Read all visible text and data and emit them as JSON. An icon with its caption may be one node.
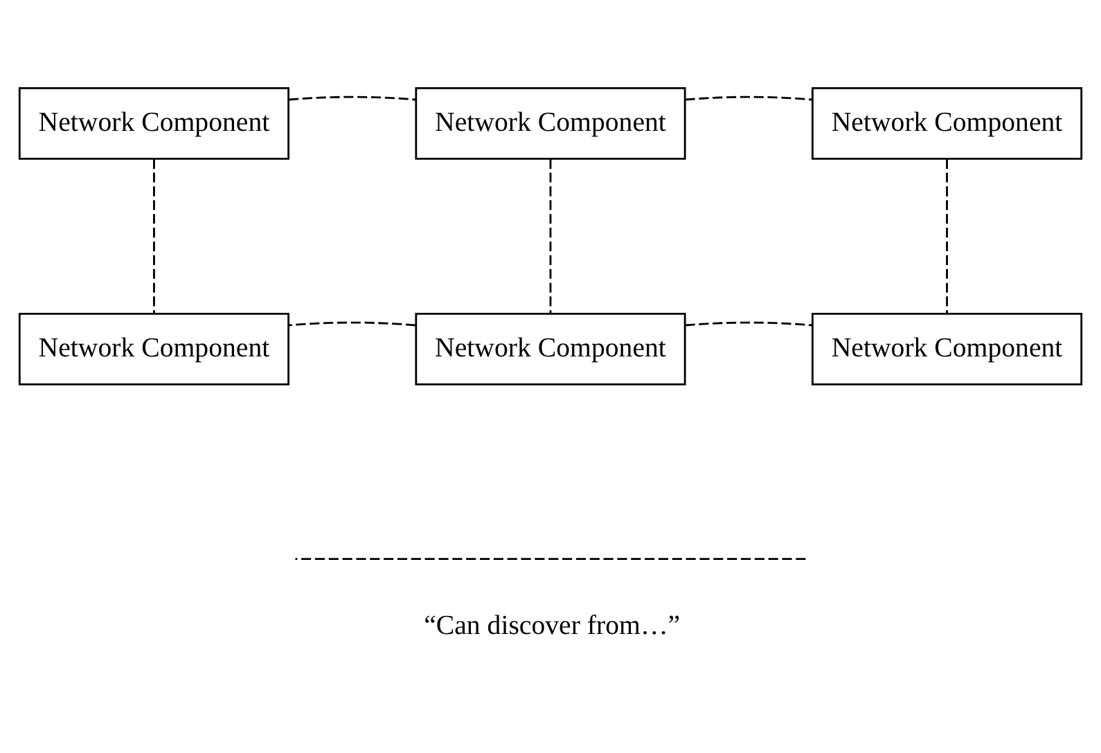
{
  "diagram": {
    "nodes": [
      {
        "text": [
          "Network Component"
        ]
      },
      {
        "text": [
          "Network Component"
        ]
      },
      {
        "text": [
          "Network Component"
        ]
      },
      {
        "text": [
          "Network Component"
        ]
      },
      {
        "text": [
          "Network Component"
        ]
      },
      {
        "text": [
          "Network Component"
        ]
      }
    ],
    "edges": [
      {
        "from": 0,
        "to": 1,
        "arrow": "none",
        "style": "dashed"
      },
      {
        "from": 1,
        "to": 2,
        "arrow": "none",
        "style": "dashed"
      },
      {
        "from": 0,
        "to": 3,
        "arrow": "none",
        "style": "dashed"
      },
      {
        "from": 1,
        "to": 4,
        "arrow": "none",
        "style": "dashed"
      },
      {
        "from": 2,
        "to": 5,
        "arrow": "none",
        "style": "dashed"
      },
      {
        "from": 4,
        "to": 3,
        "arrow": "none",
        "style": "dashed"
      },
      {
        "from": 4,
        "to": 5,
        "arrow": "none",
        "style": "dashed"
      }
    ],
    "legend": [
      {
        "text": "“Can discover from…”"
      }
    ]
  }
}
